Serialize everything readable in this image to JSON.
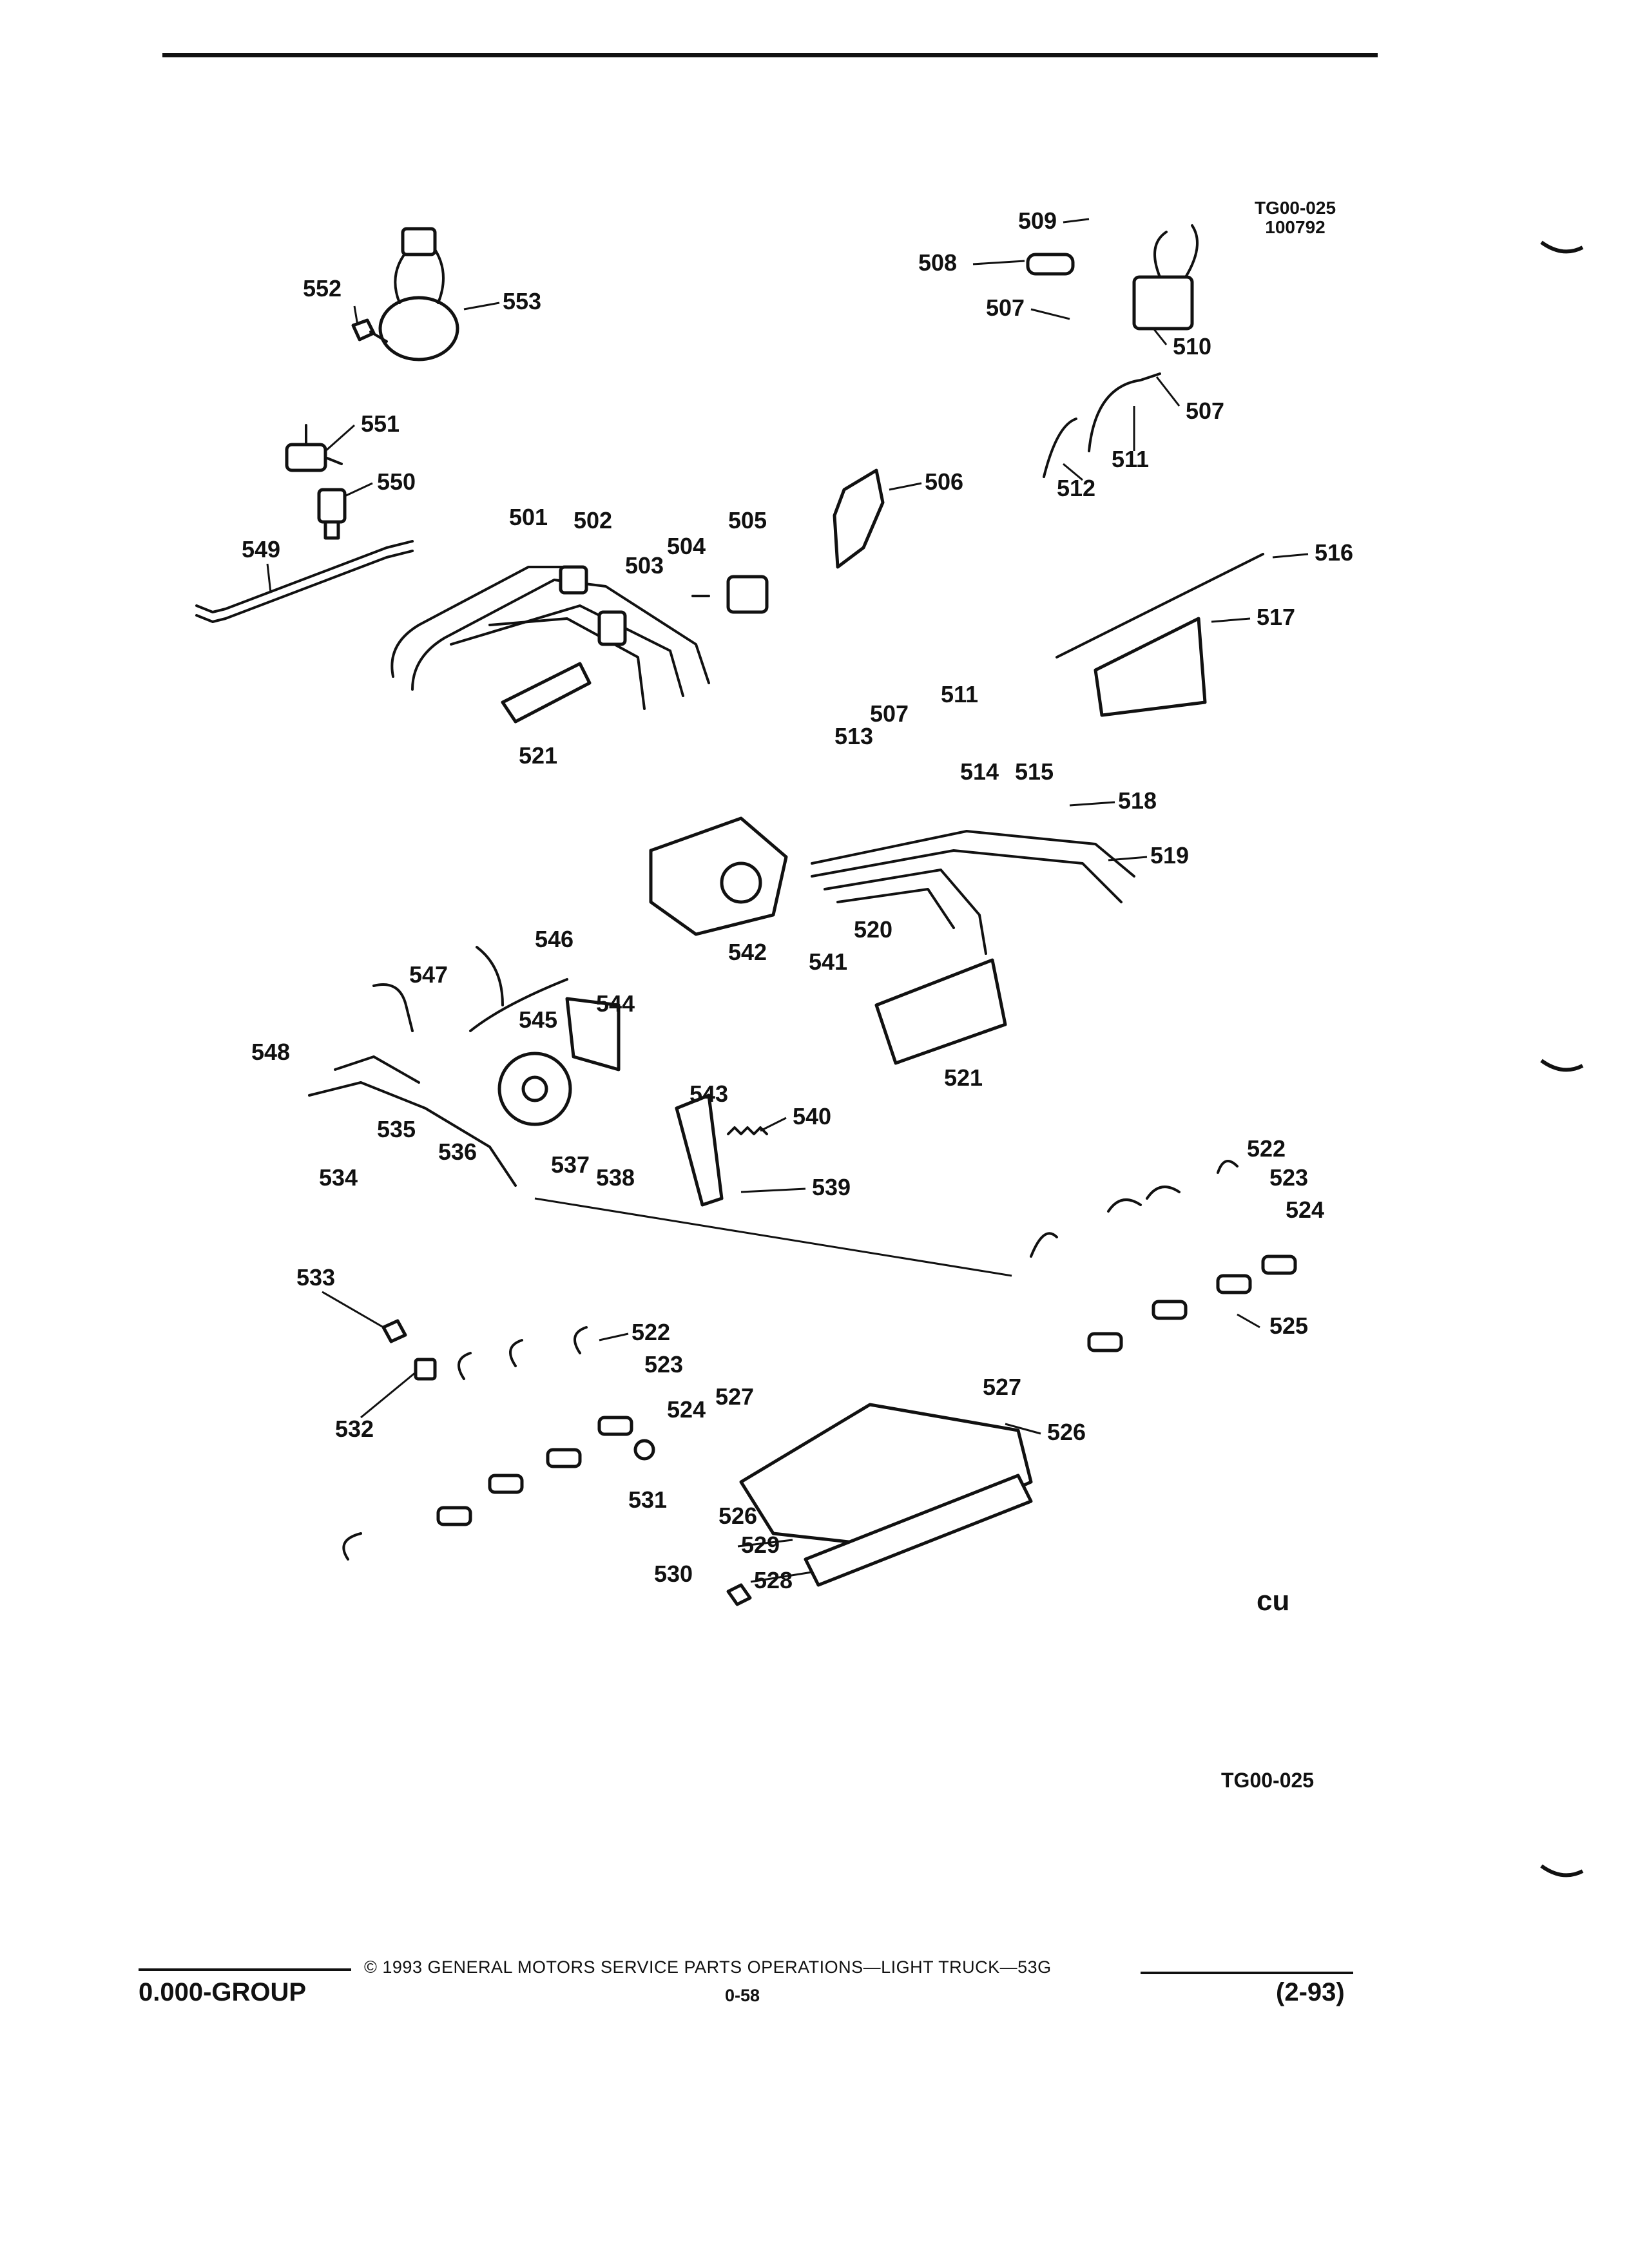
{
  "header": {
    "figure_code": "TG00-025",
    "figure_date": "100792"
  },
  "diagram": {
    "callouts": [
      {
        "id": "501",
        "label": "501"
      },
      {
        "id": "502",
        "label": "502"
      },
      {
        "id": "503",
        "label": "503"
      },
      {
        "id": "504",
        "label": "504"
      },
      {
        "id": "505",
        "label": "505"
      },
      {
        "id": "506",
        "label": "506"
      },
      {
        "id": "507a",
        "label": "507"
      },
      {
        "id": "507b",
        "label": "507"
      },
      {
        "id": "507c",
        "label": "507"
      },
      {
        "id": "508",
        "label": "508"
      },
      {
        "id": "509",
        "label": "509"
      },
      {
        "id": "510",
        "label": "510"
      },
      {
        "id": "511a",
        "label": "511"
      },
      {
        "id": "511b",
        "label": "511"
      },
      {
        "id": "512",
        "label": "512"
      },
      {
        "id": "513",
        "label": "513"
      },
      {
        "id": "514",
        "label": "514"
      },
      {
        "id": "515",
        "label": "515"
      },
      {
        "id": "516",
        "label": "516"
      },
      {
        "id": "517",
        "label": "517"
      },
      {
        "id": "518",
        "label": "518"
      },
      {
        "id": "519",
        "label": "519"
      },
      {
        "id": "520",
        "label": "520"
      },
      {
        "id": "521a",
        "label": "521"
      },
      {
        "id": "521b",
        "label": "521"
      },
      {
        "id": "522a",
        "label": "522"
      },
      {
        "id": "522b",
        "label": "522"
      },
      {
        "id": "523a",
        "label": "523"
      },
      {
        "id": "523b",
        "label": "523"
      },
      {
        "id": "524a",
        "label": "524"
      },
      {
        "id": "524b",
        "label": "524"
      },
      {
        "id": "525",
        "label": "525"
      },
      {
        "id": "526a",
        "label": "526"
      },
      {
        "id": "526b",
        "label": "526"
      },
      {
        "id": "527a",
        "label": "527"
      },
      {
        "id": "527b",
        "label": "527"
      },
      {
        "id": "528",
        "label": "528"
      },
      {
        "id": "529",
        "label": "529"
      },
      {
        "id": "530",
        "label": "530"
      },
      {
        "id": "531",
        "label": "531"
      },
      {
        "id": "532",
        "label": "532"
      },
      {
        "id": "533",
        "label": "533"
      },
      {
        "id": "534",
        "label": "534"
      },
      {
        "id": "535",
        "label": "535"
      },
      {
        "id": "536",
        "label": "536"
      },
      {
        "id": "537",
        "label": "537"
      },
      {
        "id": "538",
        "label": "538"
      },
      {
        "id": "539",
        "label": "539"
      },
      {
        "id": "540",
        "label": "540"
      },
      {
        "id": "541",
        "label": "541"
      },
      {
        "id": "542",
        "label": "542"
      },
      {
        "id": "543",
        "label": "543"
      },
      {
        "id": "544",
        "label": "544"
      },
      {
        "id": "545",
        "label": "545"
      },
      {
        "id": "546",
        "label": "546"
      },
      {
        "id": "547",
        "label": "547"
      },
      {
        "id": "548",
        "label": "548"
      },
      {
        "id": "549",
        "label": "549"
      },
      {
        "id": "550",
        "label": "550"
      },
      {
        "id": "551",
        "label": "551"
      },
      {
        "id": "552",
        "label": "552"
      },
      {
        "id": "553",
        "label": "553"
      }
    ]
  },
  "figure_code_bottom": "TG00-025",
  "cu_mark": "cu",
  "footer": {
    "copyright": "© 1993 GENERAL MOTORS SERVICE PARTS OPERATIONS—LIGHT TRUCK—53G",
    "group": "0.000-GROUP",
    "page": "0-58",
    "date": "(2-93)"
  }
}
